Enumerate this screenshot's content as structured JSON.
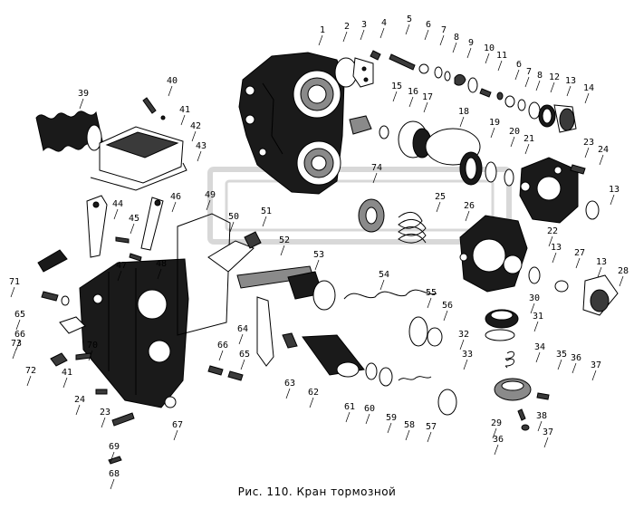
{
  "caption": "Рис. 110. Кран тормозной",
  "part_numbers": [
    "1",
    "2",
    "3",
    "4",
    "5",
    "6",
    "7",
    "8",
    "9",
    "10",
    "11",
    "б",
    "7",
    "8",
    "12",
    "13",
    "14",
    "15",
    "16",
    "17",
    "18",
    "19",
    "20",
    "21",
    "23",
    "24",
    "13",
    "22",
    "74",
    "25",
    "26",
    "13",
    "27",
    "13",
    "28",
    "30",
    "31",
    "32",
    "33",
    "34",
    "35",
    "36",
    "37",
    "38",
    "29",
    "36",
    "37",
    "39",
    "40",
    "41",
    "42",
    "43",
    "44",
    "45",
    "46",
    "47",
    "48",
    "49",
    "50",
    "51",
    "52",
    "53",
    "54",
    "55",
    "56",
    "57",
    "58",
    "59",
    "60",
    "61",
    "62",
    "63",
    "64",
    "65",
    "66",
    "65",
    "66",
    "67",
    "68",
    "69",
    "70",
    "71",
    "72",
    "73",
    "41",
    "24",
    "23"
  ]
}
